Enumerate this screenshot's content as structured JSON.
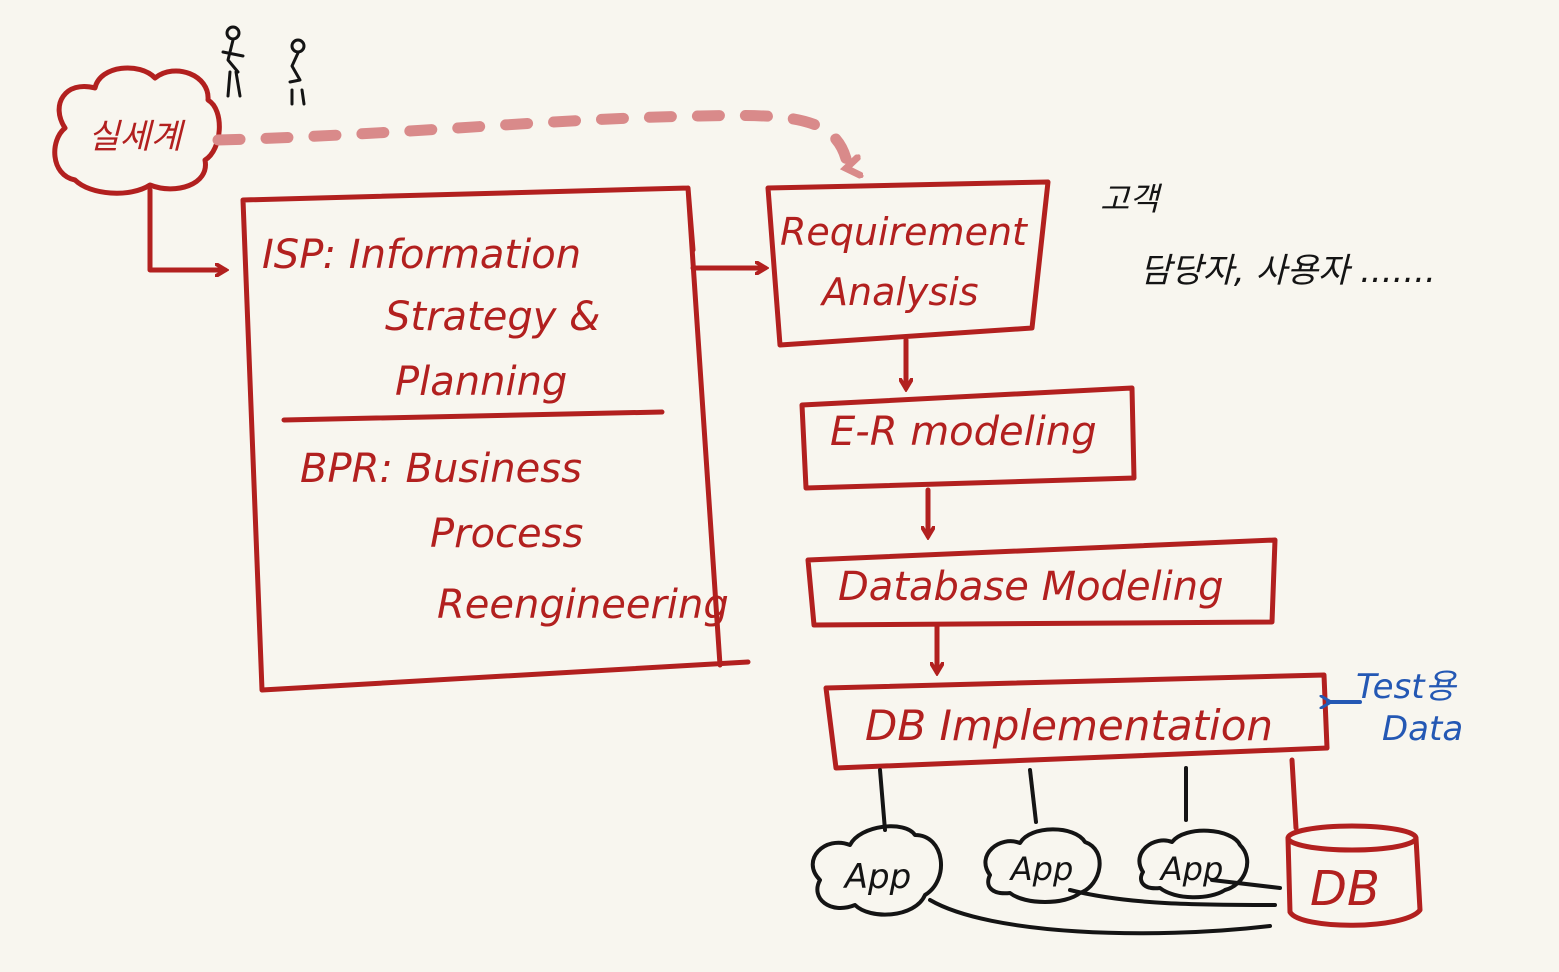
{
  "diagram": {
    "cloud_label": "실세계",
    "isp": {
      "line1": "ISP: Information",
      "line2": "Strategy &",
      "line3": "Planning"
    },
    "bpr": {
      "line1": "BPR: Business",
      "line2": "Process",
      "line3": "Reengineering"
    },
    "steps": {
      "requirement_line1": "Requirement",
      "requirement_line2": "Analysis",
      "er": "E-R modeling",
      "database": "Database Modeling",
      "implementation": "DB Implementation"
    },
    "note_line1": "고객",
    "note_line2": "담당자, 사용자 .......",
    "test_data_line1": "Test용",
    "test_data_line2": "Data",
    "apps": [
      "App",
      "App",
      "App"
    ],
    "db_label": "DB",
    "colors": {
      "red": "#b2201f",
      "blue": "#2458b4",
      "pink": "#d98a8a",
      "black": "#141414",
      "background": "#f8f6ef"
    }
  }
}
